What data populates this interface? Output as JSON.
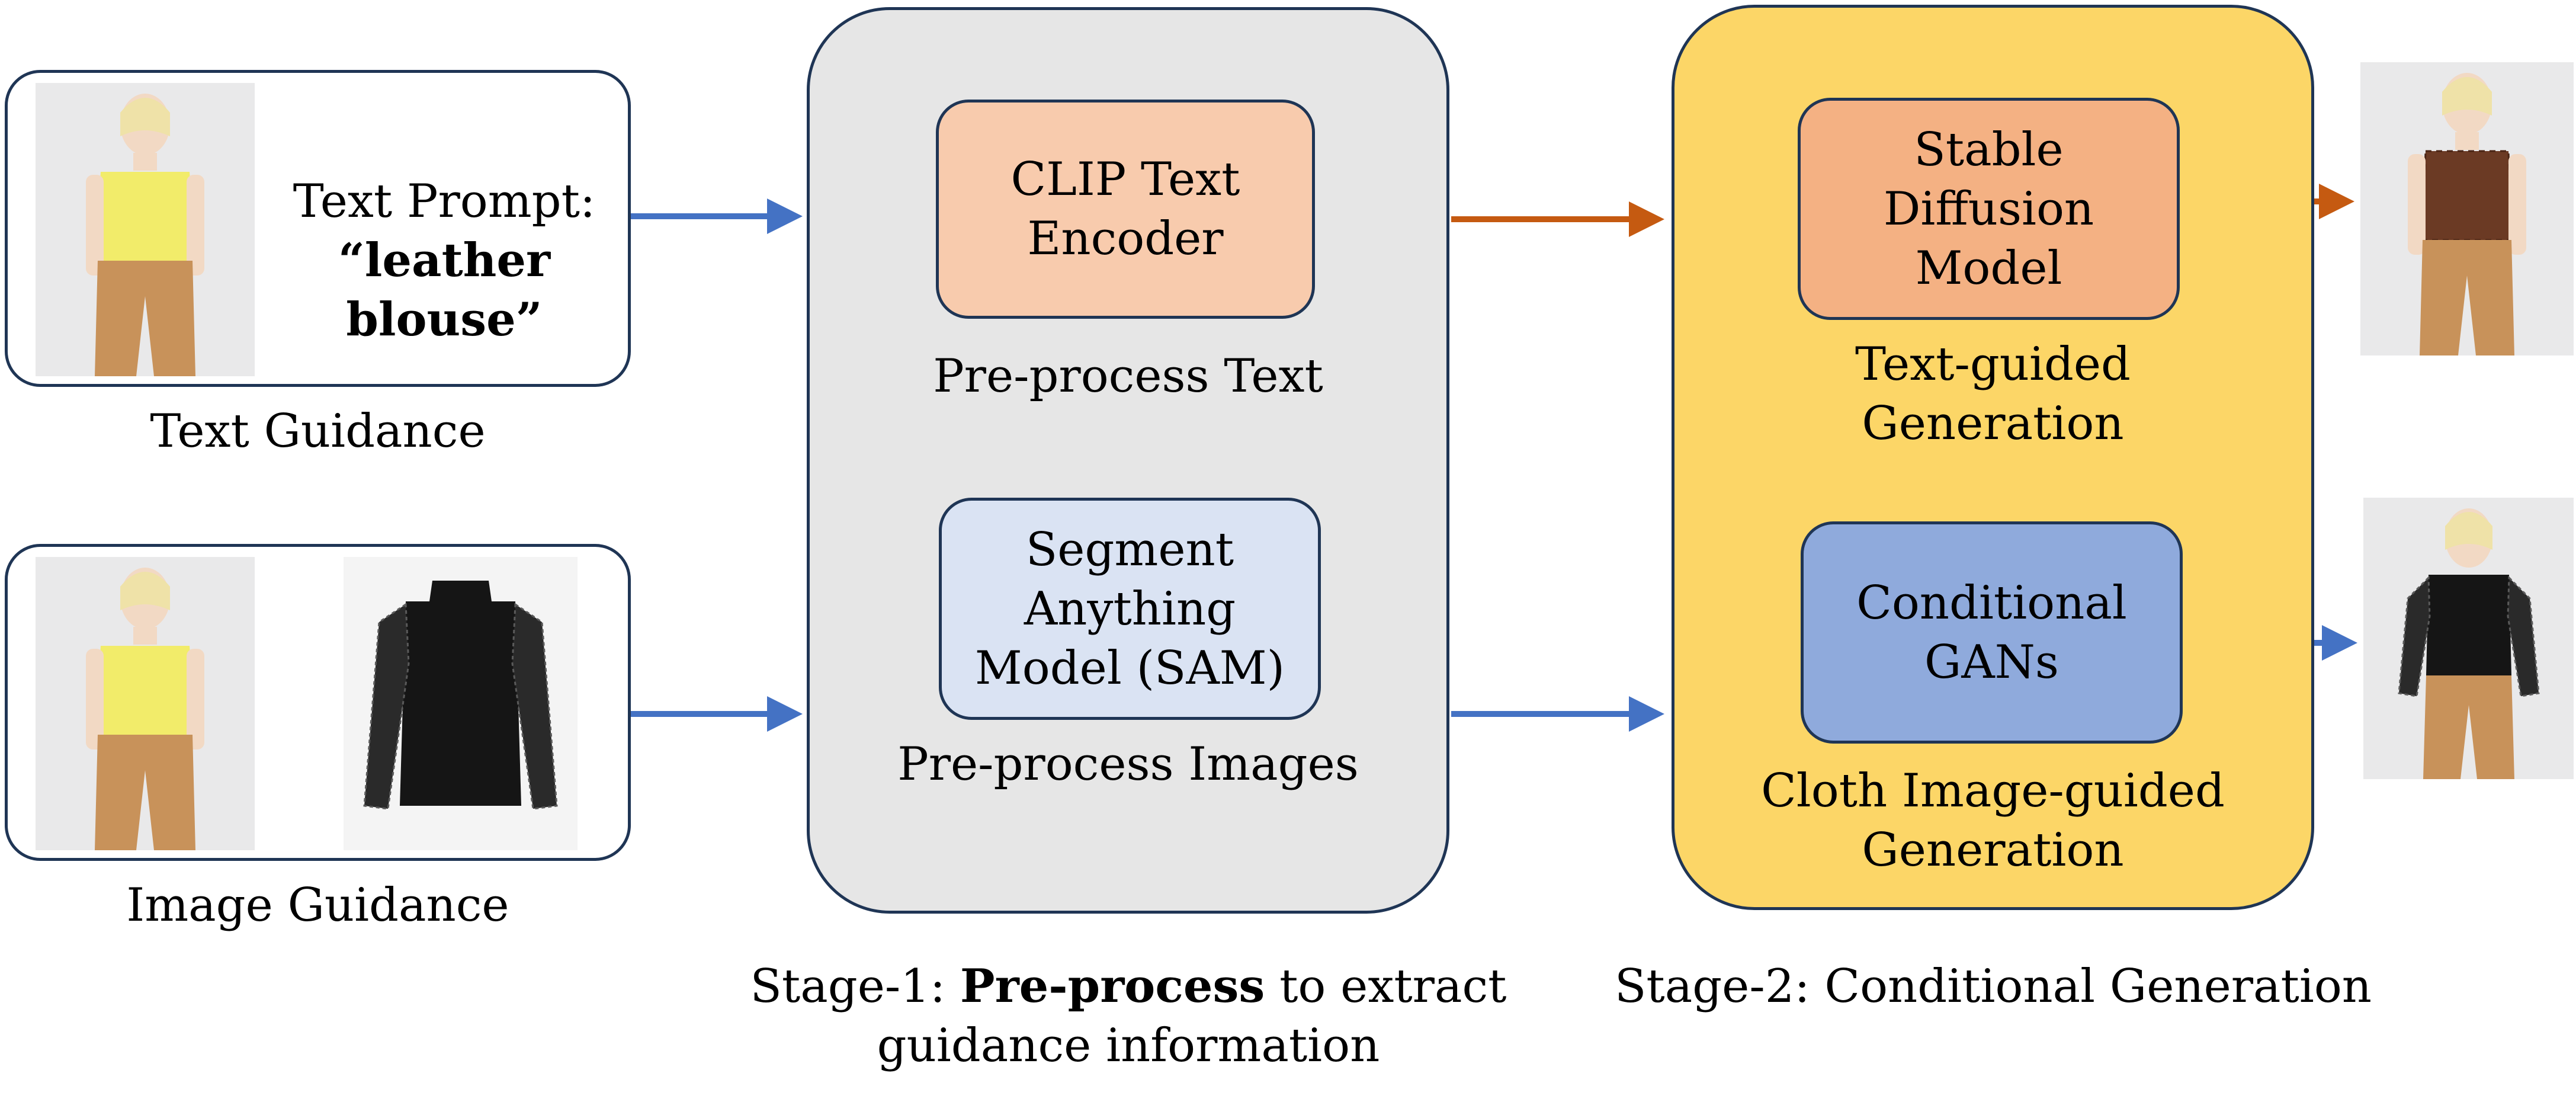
{
  "text_guidance": {
    "prompt_label": "Text Prompt:",
    "prompt_value": "“leather blouse”",
    "caption": "Text Guidance"
  },
  "image_guidance": {
    "caption": "Image Guidance"
  },
  "stage1": {
    "clip_module": [
      "CLIP Text",
      "Encoder"
    ],
    "clip_caption": "Pre-process Text",
    "sam_module": [
      "Segment",
      "Anything",
      "Model (SAM)"
    ],
    "sam_caption": "Pre-process Images",
    "title_prefix": "Stage-1: ",
    "title_bold": "Pre-process",
    "title_suffix": " to extract",
    "title_line2": "guidance information"
  },
  "stage2": {
    "sd_module": [
      "Stable",
      "Diffusion",
      "Model"
    ],
    "sd_caption": [
      "Text-guided",
      "Generation"
    ],
    "gan_module": [
      "Conditional",
      "GANs"
    ],
    "gan_caption": [
      "Cloth Image-guided",
      "Generation"
    ],
    "title": "Stage-2: Conditional Generation"
  },
  "colors": {
    "stage1_fill": "#e6e6e6",
    "stage2_fill": "#fcd667",
    "clip_fill": "#f8cbad",
    "sd_fill": "#f4b183",
    "sam_fill": "#dae3f3",
    "gan_fill": "#8faadc",
    "arrow_blue": "#4472c4",
    "arrow_orange": "#c55a11",
    "border": "#1f3555"
  }
}
